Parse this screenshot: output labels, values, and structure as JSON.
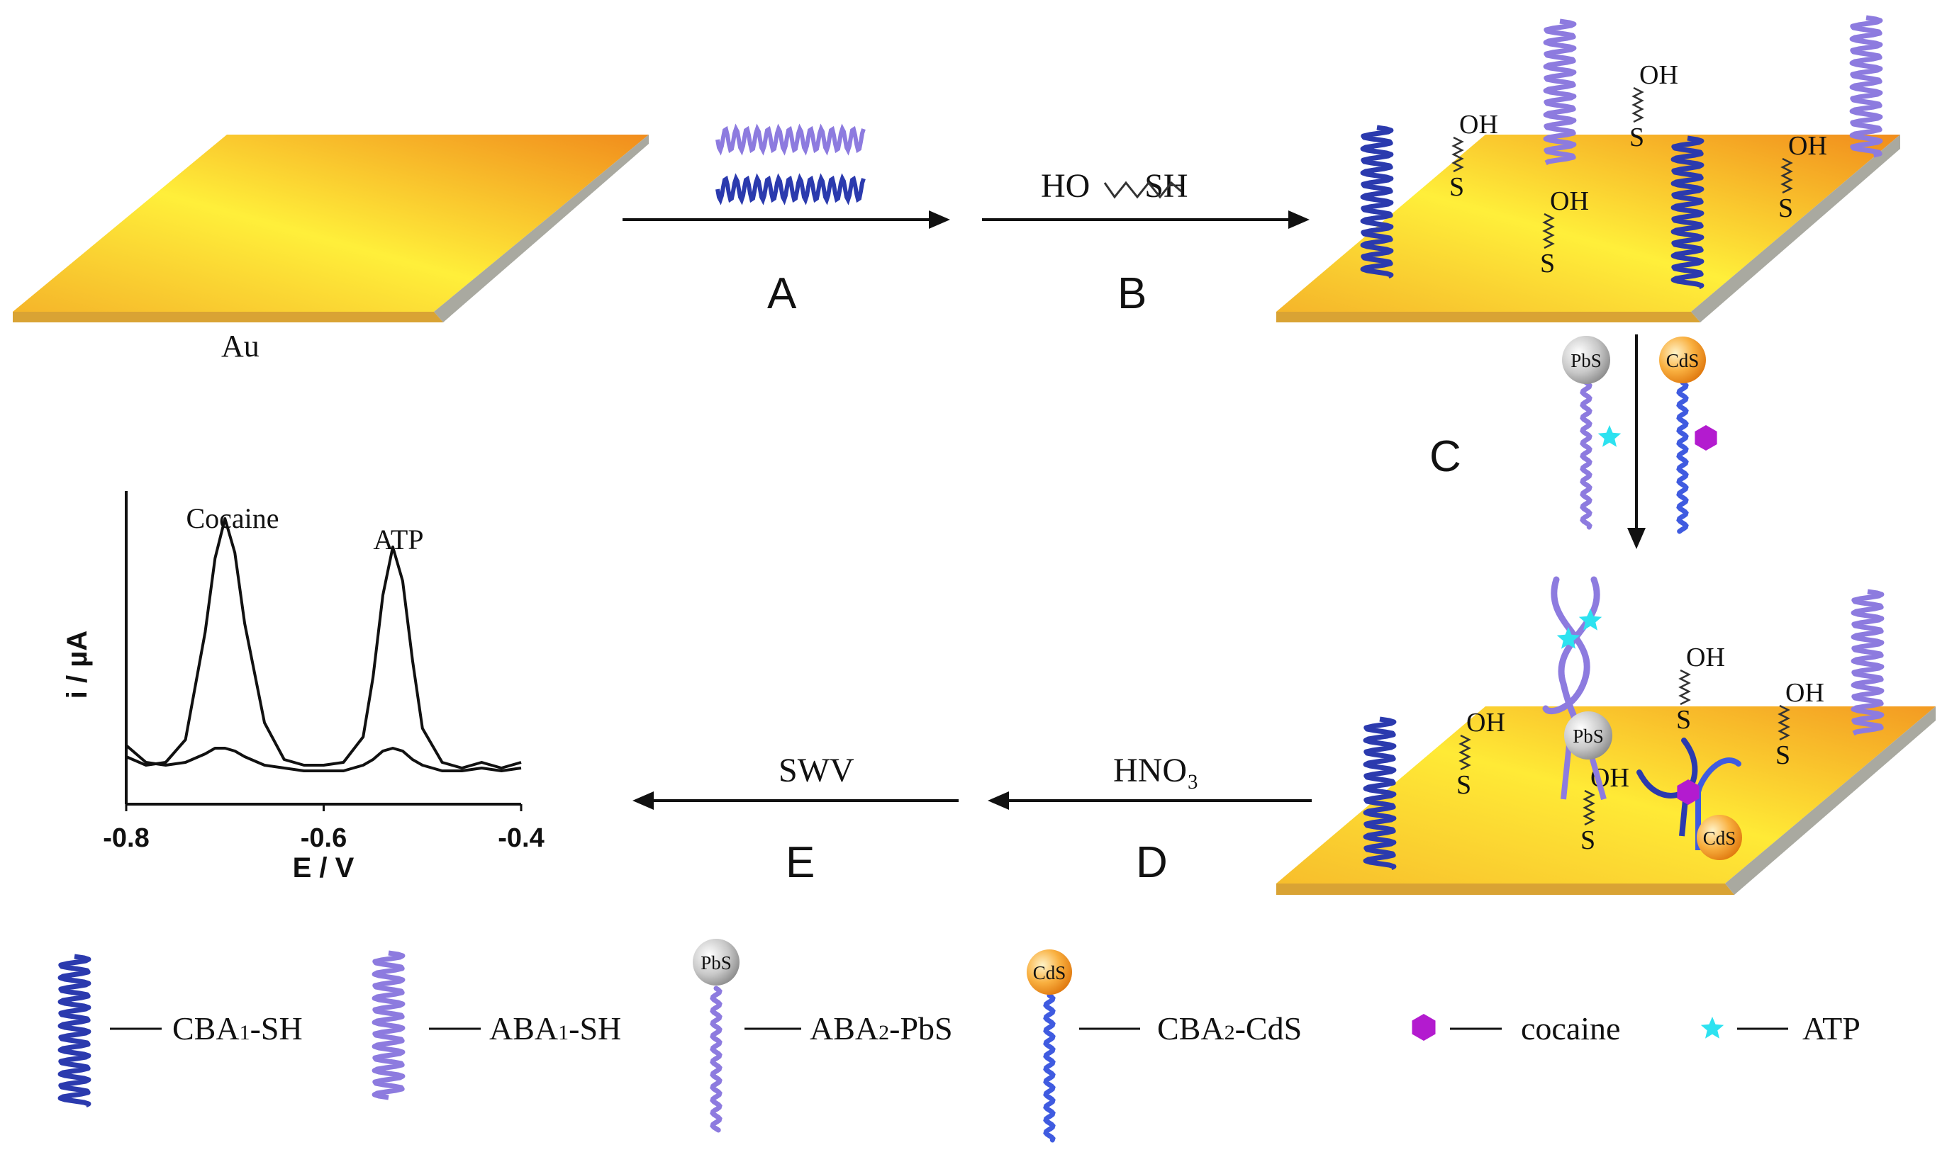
{
  "colors": {
    "gold_light": "#FFF23A",
    "gold_mid": "#F9C62A",
    "gold_dark": "#F08A1A",
    "plate_edge_side": "#A9A9A0",
    "plate_edge_front": "#D4A030",
    "aptamer_dark": "#2B3AAE",
    "aptamer_light": "#8D7BDF",
    "strand_blue": "#3F5BE0",
    "pbs_sphere": "#BDBDBD",
    "cds_sphere": "#F7A033",
    "cocaine": "#B31BCF",
    "atp": "#2DE2F0",
    "arrow": "#111111"
  },
  "labels": {
    "au": "Au",
    "step_a": "A",
    "step_b": "B",
    "step_c": "C",
    "step_d": "D",
    "step_e": "E",
    "reagent_b": "HO        SH",
    "reagent_d": "HNO₃",
    "reagent_e": "SWV",
    "oh": "OH",
    "s": "S",
    "pbs": "PbS",
    "cds": "CdS"
  },
  "chart_data": {
    "type": "line",
    "xlabel": "E / V",
    "ylabel": "i / µA",
    "xlim": [
      -0.8,
      -0.4
    ],
    "x_ticks": [
      "-0.8",
      "-0.6",
      "-0.4"
    ],
    "grid": false,
    "annotations": [
      "Cocaine",
      "ATP"
    ],
    "series": [
      {
        "x": [
          -0.8,
          -0.78,
          -0.76,
          -0.74,
          -0.72,
          -0.71,
          -0.7,
          -0.69,
          -0.68,
          -0.66,
          -0.64,
          -0.62,
          -0.6,
          -0.58,
          -0.56,
          -0.55,
          -0.54,
          -0.53,
          -0.52,
          -0.51,
          -0.5,
          -0.48,
          -0.46,
          -0.44,
          -0.42,
          -0.4
        ],
        "y": [
          0.08,
          0.05,
          0.06,
          0.14,
          0.52,
          0.78,
          0.92,
          0.8,
          0.55,
          0.2,
          0.07,
          0.05,
          0.05,
          0.06,
          0.15,
          0.36,
          0.65,
          0.82,
          0.7,
          0.42,
          0.18,
          0.06,
          0.04,
          0.06,
          0.04,
          0.06
        ]
      },
      {
        "x": [
          -0.8,
          -0.78,
          -0.76,
          -0.74,
          -0.72,
          -0.71,
          -0.7,
          -0.69,
          -0.68,
          -0.66,
          -0.64,
          -0.62,
          -0.6,
          -0.58,
          -0.56,
          -0.55,
          -0.54,
          -0.53,
          -0.52,
          -0.51,
          -0.5,
          -0.48,
          -0.46,
          -0.44,
          -0.42,
          -0.4
        ],
        "y": [
          0.12,
          0.06,
          0.05,
          0.06,
          0.09,
          0.11,
          0.11,
          0.1,
          0.08,
          0.05,
          0.04,
          0.03,
          0.03,
          0.03,
          0.05,
          0.07,
          0.1,
          0.11,
          0.1,
          0.07,
          0.05,
          0.03,
          0.03,
          0.04,
          0.03,
          0.04
        ]
      }
    ]
  },
  "legend": [
    {
      "name": "CBA1-SH",
      "text": "CBA",
      "sub": "1",
      "tail": "-SH"
    },
    {
      "name": "ABA1-SH",
      "text": "ABA",
      "sub": "1",
      "tail": "-SH"
    },
    {
      "name": "ABA2-PbS",
      "text": "ABA",
      "sub": "2",
      "tail": "-PbS"
    },
    {
      "name": "CBA2-CdS",
      "text": "CBA",
      "sub": "2",
      "tail": "-CdS"
    },
    {
      "name": "cocaine",
      "text": "cocaine",
      "sub": "",
      "tail": ""
    },
    {
      "name": "ATP",
      "text": "ATP",
      "sub": "",
      "tail": ""
    }
  ]
}
